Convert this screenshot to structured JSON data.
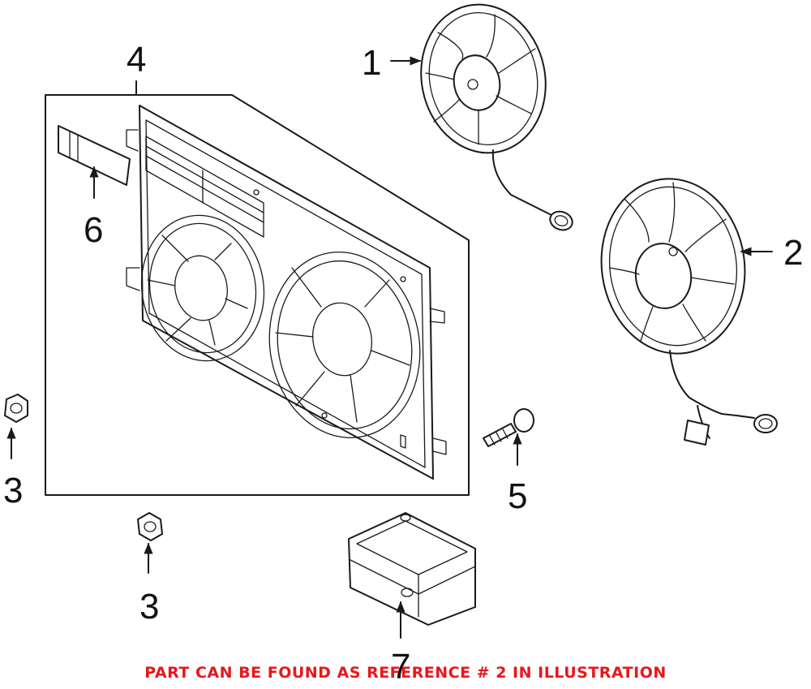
{
  "callouts": {
    "c1": "1",
    "c2": "2",
    "c3a": "3",
    "c3b": "3",
    "c4": "4",
    "c5": "5",
    "c6": "6",
    "c7": "7"
  },
  "footer_note": "PART CAN BE FOUND AS REFERENCE # 2 IN ILLUSTRATION",
  "colors": {
    "footer_note": "#e8171c",
    "line_art": "#1a1a1a"
  }
}
